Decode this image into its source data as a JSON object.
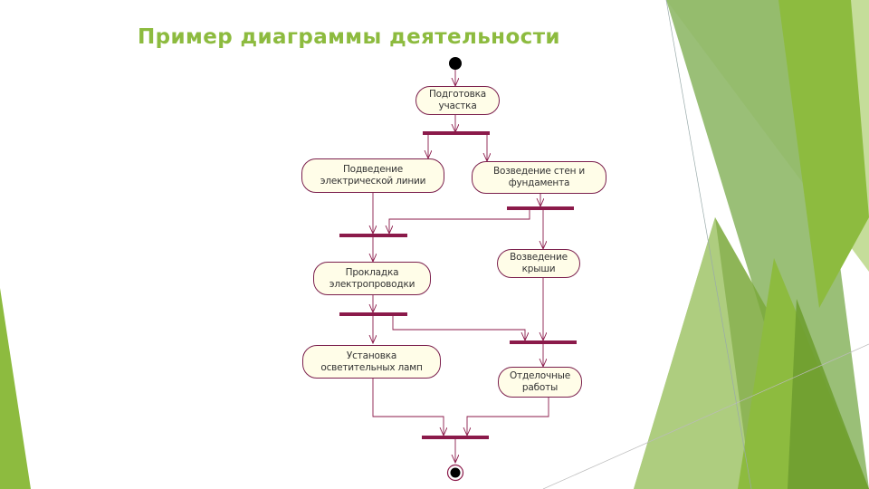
{
  "slide": {
    "title": "Пример диаграммы деятельности",
    "colors": {
      "title": "#8dbb3f",
      "bar": "#8b1a4a",
      "line": "#8b1a4a",
      "node_border": "#7b1f4d",
      "node_fill": "#fffde8",
      "green_dark": "#7aa83a",
      "green_mid": "#9cc45a",
      "green_light": "#c8dfa0"
    }
  },
  "diagram": {
    "nodes": {
      "prepare": "Подготовка\nучастка",
      "power_line": "Подведение\nэлектрической линии",
      "foundation": "Возведение стен и\nфундамента",
      "roof": "Возведение\nкрыши",
      "wiring": "Прокладка\nэлектропроводки",
      "lamps": "Установка\nосветительных ламп",
      "finishing": "Отделочные\nработы"
    }
  }
}
